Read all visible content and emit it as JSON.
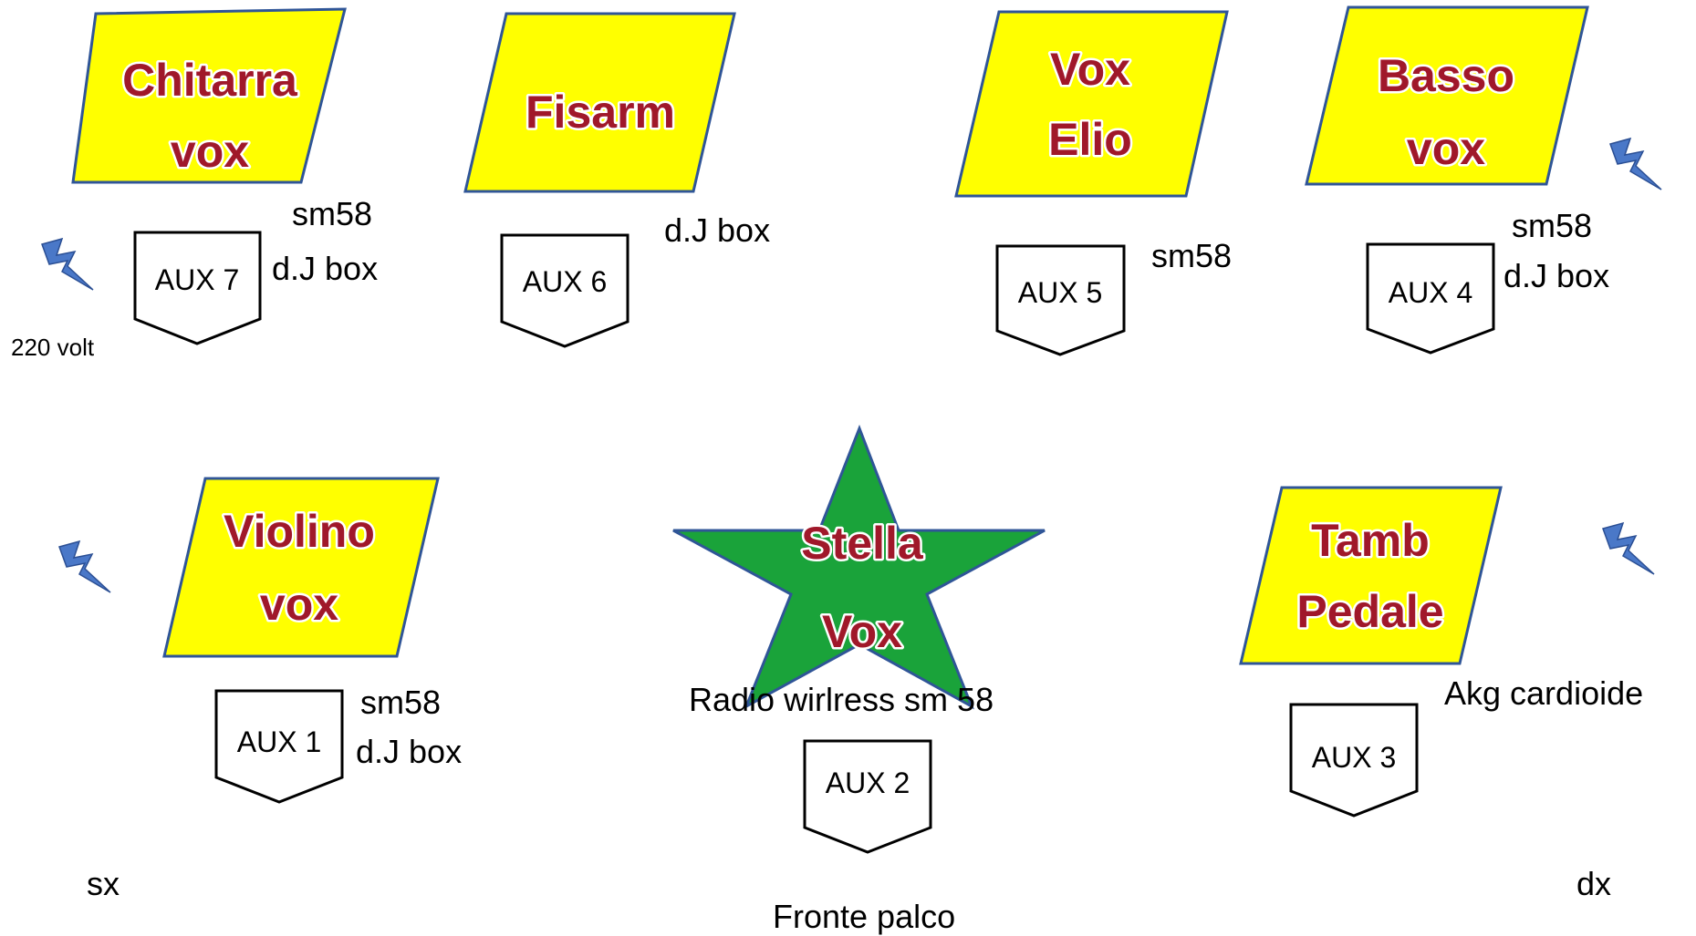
{
  "instruments": {
    "chitarra": [
      "Chitarra",
      "vox"
    ],
    "fisarm": [
      "Fisarm"
    ],
    "vox_elio": [
      "Vox",
      "Elio"
    ],
    "basso": [
      "Basso",
      "vox"
    ],
    "violino": [
      "Violino",
      "vox"
    ],
    "stella": [
      "Stella",
      "Vox"
    ],
    "tamb": [
      "Tamb",
      "Pedale"
    ]
  },
  "monitors": {
    "aux7": "AUX 7",
    "aux6": "AUX 6",
    "aux5": "AUX 5",
    "aux4": "AUX 4",
    "aux1": "AUX 1",
    "aux2": "AUX 2",
    "aux3": "AUX 3"
  },
  "notes": {
    "chitarra_mic": "sm58",
    "chitarra_di": "d.J box",
    "fisarm_di": "d.J box",
    "elio_mic": "sm58",
    "basso_mic": "sm58",
    "basso_di": "d.J box",
    "violino_mic": "sm58",
    "violino_di": "d.J box",
    "stella_mic": "Radio wirlress sm 58",
    "tamb_mic": "Akg cardioide",
    "power": "220 volt",
    "left": "sx",
    "right": "dx",
    "front": "Fronte palco"
  },
  "icons": {
    "power": "lightning-bolt-icon"
  },
  "colors": {
    "instrument_fill": "#ffff00",
    "instrument_border": "#2f5597",
    "instrument_text": "#a0182a",
    "star_fill": "#1aa33a",
    "bolt": "#4a78c8"
  }
}
